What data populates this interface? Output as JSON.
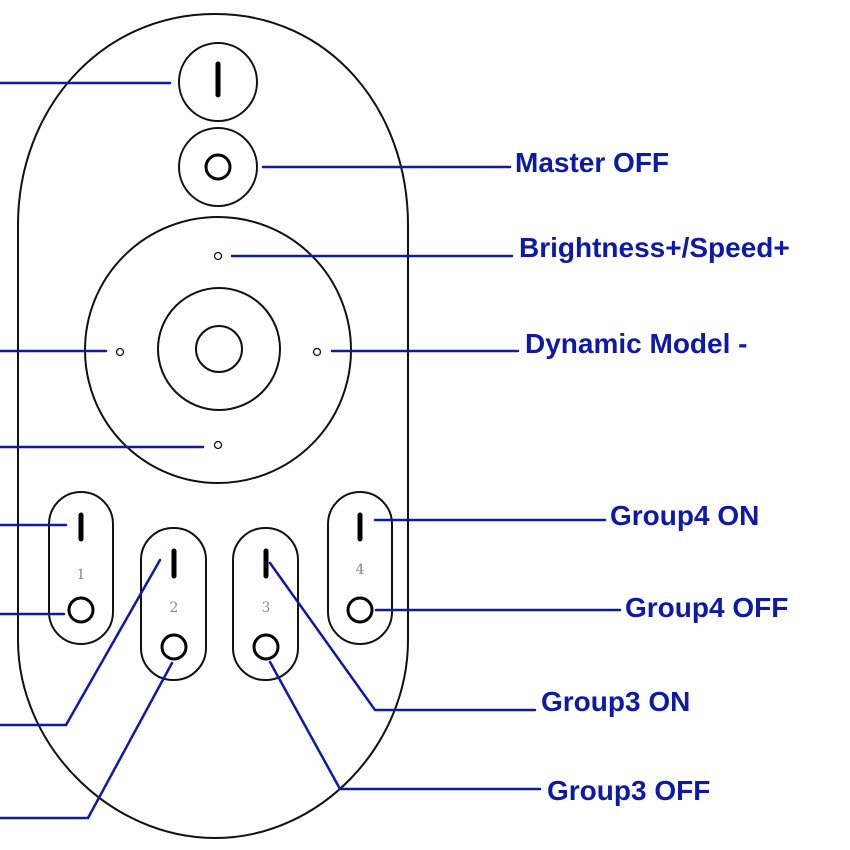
{
  "colors": {
    "line": "#0d1aa8",
    "text": "#0d1aa8",
    "outline": "#111111",
    "number": "#8a8a8a"
  },
  "labels": {
    "master_off": "Master OFF",
    "brightness_speed_up": "Brightness+/Speed+",
    "dynamic_model_minus": "Dynamic Model -",
    "group4_on": "Group4 ON",
    "group4_off": "Group4 OFF",
    "group3_on": "Group3 ON",
    "group3_off": "Group3 OFF"
  },
  "group_numbers": {
    "g1": "1",
    "g2": "2",
    "g3": "3",
    "g4": "4"
  }
}
